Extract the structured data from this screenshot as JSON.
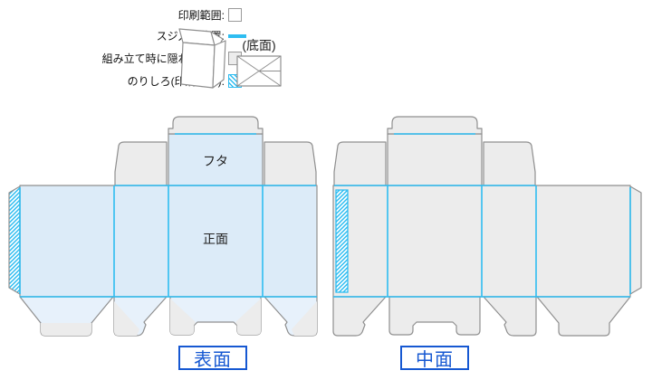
{
  "legend": {
    "items": [
      {
        "id": "print-area",
        "label": "印刷範囲:"
      },
      {
        "id": "crease-position",
        "label": "スジ入れ位置:"
      },
      {
        "id": "hidden-when-assembled",
        "label": "組み立て時に隠れる部分:"
      },
      {
        "id": "glue-flap-no-print",
        "label": "のりしろ(印刷不可):"
      }
    ]
  },
  "illustrations": {
    "bottom_face_label": "(底面)"
  },
  "dielines": {
    "front_sheet": {
      "caption": "表面",
      "lid_label": "フタ",
      "front_panel_label": "正面"
    },
    "inner_sheet": {
      "caption": "中面"
    }
  },
  "colors": {
    "print_area_fill": "#dcebf8",
    "flap_print_fill": "#e7f1fb",
    "hidden_fill": "#ececec",
    "outline": "#8f8f8f",
    "crease": "#2ebdf1",
    "caption_blue": "#1658d2"
  }
}
